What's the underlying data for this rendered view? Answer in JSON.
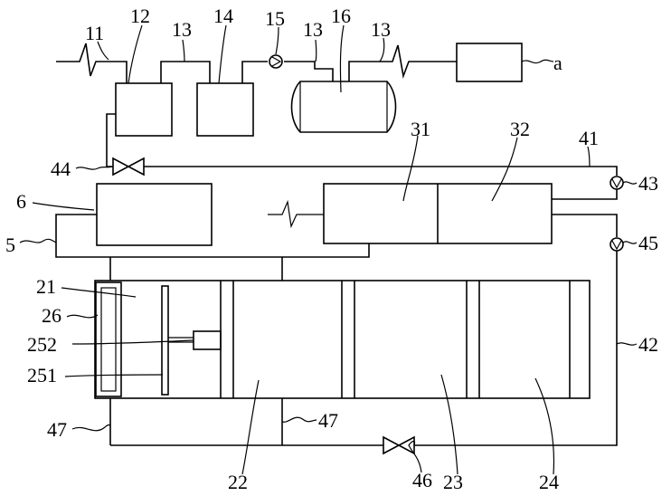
{
  "labels": {
    "l11": "11",
    "l12": "12",
    "l13a": "13",
    "l14": "14",
    "l15": "15",
    "l16": "16",
    "l13b": "13",
    "l13c": "13",
    "la": "a",
    "l31": "31",
    "l32": "32",
    "l41": "41",
    "l43": "43",
    "l44": "44",
    "l6": "6",
    "l5": "5",
    "l45": "45",
    "l21": "21",
    "l26": "26",
    "l252": "252",
    "l251": "251",
    "l42": "42",
    "l47a": "47",
    "l47b": "47",
    "l46": "46",
    "l22": "22",
    "l23": "23",
    "l24": "24"
  }
}
